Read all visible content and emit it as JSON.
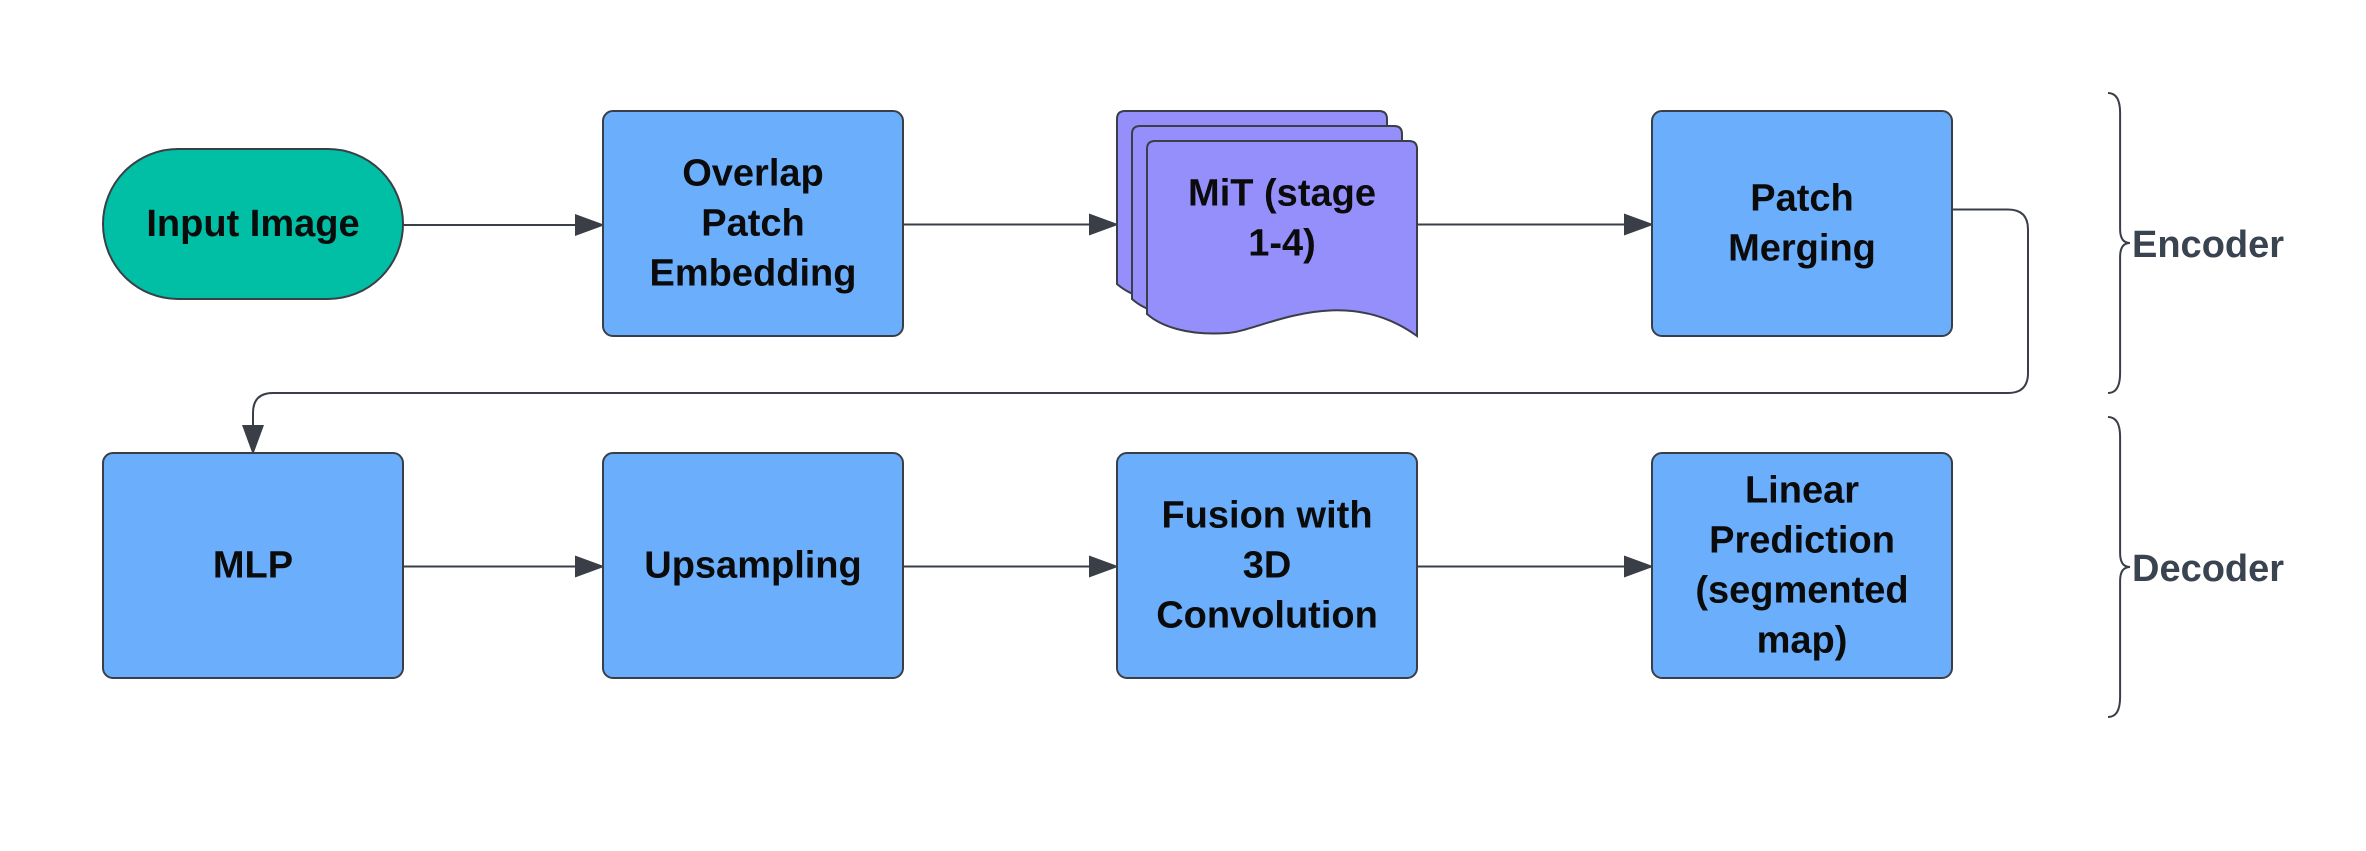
{
  "diagram": {
    "colors": {
      "process": "#6aaefc",
      "terminal": "#00bfa5",
      "document": "#958ffc",
      "stroke": "#3a3f47",
      "connector": "#3a3f47",
      "text": "#0b0b0b",
      "group_text": "#3a4350"
    },
    "nodes": [
      {
        "id": "input-image",
        "shape": "terminal",
        "lines": [
          "Input Image"
        ]
      },
      {
        "id": "overlap-patch-embedding",
        "shape": "process",
        "lines": [
          "Overlap",
          "Patch",
          "Embedding"
        ]
      },
      {
        "id": "mit-stage",
        "shape": "multi-document",
        "lines": [
          "MiT (stage",
          "1-4)"
        ]
      },
      {
        "id": "patch-merging",
        "shape": "process",
        "lines": [
          "Patch",
          "Merging"
        ]
      },
      {
        "id": "mlp",
        "shape": "process",
        "lines": [
          "MLP"
        ]
      },
      {
        "id": "upsampling",
        "shape": "process",
        "lines": [
          "Upsampling"
        ]
      },
      {
        "id": "fusion-3d-convolution",
        "shape": "process",
        "lines": [
          "Fusion with",
          "3D",
          "Convolution"
        ]
      },
      {
        "id": "linear-prediction",
        "shape": "process",
        "lines": [
          "Linear",
          "Prediction",
          "(segmented",
          "map)"
        ]
      }
    ],
    "edges": [
      {
        "from": "input-image",
        "to": "overlap-patch-embedding"
      },
      {
        "from": "overlap-patch-embedding",
        "to": "mit-stage"
      },
      {
        "from": "mit-stage",
        "to": "patch-merging"
      },
      {
        "from": "patch-merging",
        "to": "mlp"
      },
      {
        "from": "mlp",
        "to": "upsampling"
      },
      {
        "from": "upsampling",
        "to": "fusion-3d-convolution"
      },
      {
        "from": "fusion-3d-convolution",
        "to": "linear-prediction"
      }
    ],
    "groups": [
      {
        "id": "encoder",
        "label": "Encoder"
      },
      {
        "id": "decoder",
        "label": "Decoder"
      }
    ]
  }
}
